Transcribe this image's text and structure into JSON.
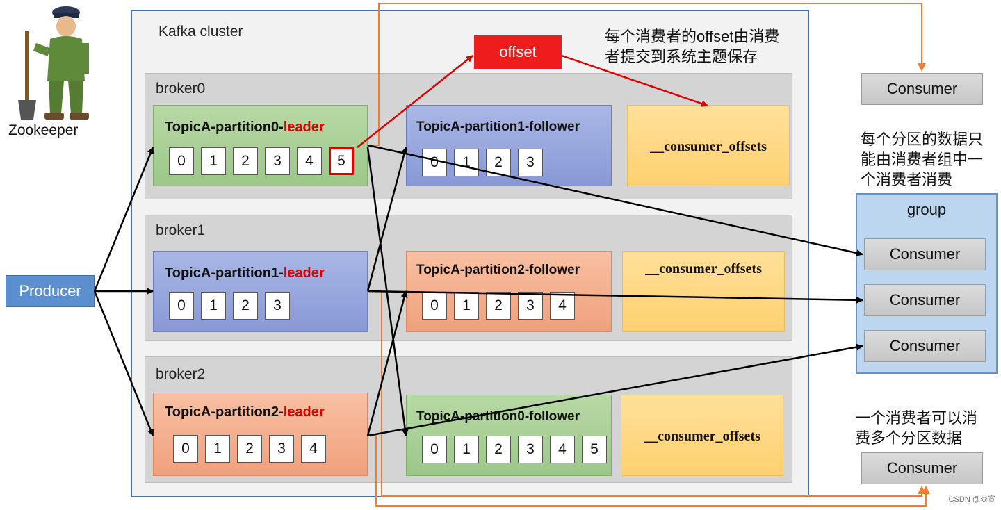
{
  "zookeeper": {
    "label": "Zookeeper"
  },
  "cluster": {
    "title": "Kafka cluster"
  },
  "producer": {
    "label": "Producer"
  },
  "offset": {
    "label": "offset"
  },
  "notes": {
    "offset_note_line1": "每个消费者的offset由消费",
    "offset_note_line2": "者提交到系统主题保存",
    "partition_note_line1": "每个分区的数据只",
    "partition_note_line2": "能由消费者组中一",
    "partition_note_line3": "个消费者消费",
    "consumer_note_line1": "一个消费者可以消",
    "consumer_note_line2": "费多个分区数据"
  },
  "brokers": [
    {
      "label": "broker0",
      "leader": {
        "title": "TopicA-partition0-",
        "role": "leader",
        "cells": [
          "0",
          "1",
          "2",
          "3",
          "4",
          "5"
        ]
      },
      "follower": {
        "title": "TopicA-partition1-follower",
        "cells": [
          "0",
          "1",
          "2",
          "3"
        ]
      },
      "offsets": "__consumer_offsets"
    },
    {
      "label": "broker1",
      "leader": {
        "title": "TopicA-partition1-",
        "role": "leader",
        "cells": [
          "0",
          "1",
          "2",
          "3"
        ]
      },
      "follower": {
        "title": "TopicA-partition2-follower",
        "cells": [
          "0",
          "1",
          "2",
          "3",
          "4"
        ]
      },
      "offsets": "__consumer_offsets"
    },
    {
      "label": "broker2",
      "leader": {
        "title": "TopicA-partition2-",
        "role": "leader",
        "cells": [
          "0",
          "1",
          "2",
          "3",
          "4"
        ]
      },
      "follower": {
        "title": "TopicA-partition0-follower",
        "cells": [
          "0",
          "1",
          "2",
          "3",
          "4",
          "5"
        ]
      },
      "offsets": "__consumer_offsets"
    }
  ],
  "consumer_top": {
    "label": "Consumer"
  },
  "group": {
    "label": "group",
    "consumers": [
      "Consumer",
      "Consumer",
      "Consumer"
    ]
  },
  "consumer_bottom": {
    "label": "Consumer"
  },
  "watermark": "CSDN @焱宣",
  "colors": {
    "arrow_black": "#000000",
    "arrow_red": "#e00000",
    "arrow_orange": "#ed7d31",
    "leader_text": "#e00000"
  }
}
